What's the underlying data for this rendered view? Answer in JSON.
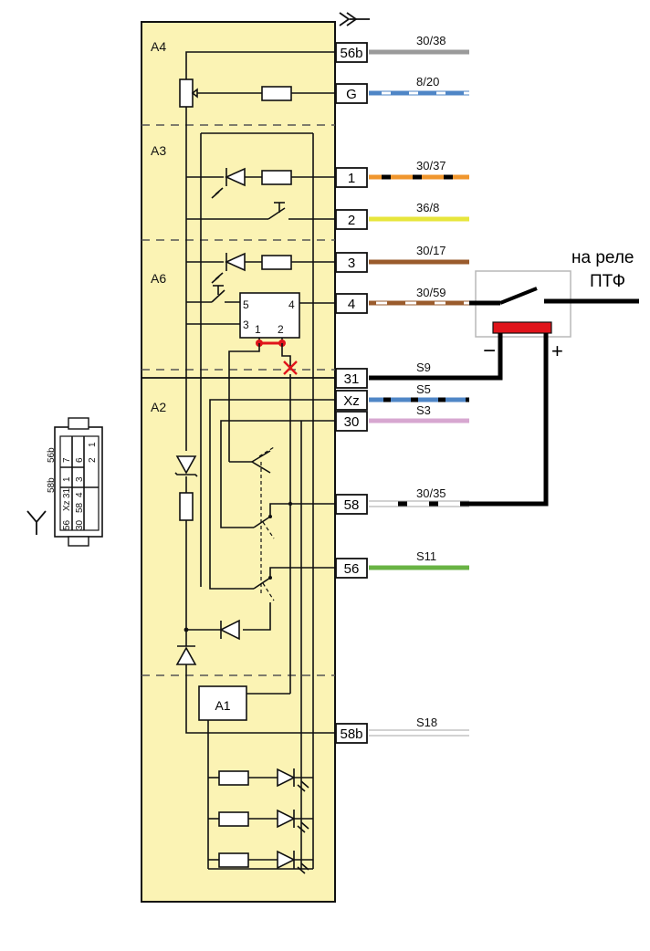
{
  "sections": [
    "A4",
    "A3",
    "A6",
    "A2"
  ],
  "pins": [
    {
      "label": "56b",
      "wire": "30/38"
    },
    {
      "label": "G",
      "wire": "8/20"
    },
    {
      "label": "1",
      "wire": "30/37"
    },
    {
      "label": "2",
      "wire": "36/8"
    },
    {
      "label": "3",
      "wire": "30/17"
    },
    {
      "label": "4",
      "wire": "30/59"
    },
    {
      "label": "31",
      "wire": "S9"
    },
    {
      "label": "Xz",
      "wire": "S5"
    },
    {
      "label": "30",
      "wire": "S3"
    },
    {
      "label": "58",
      "wire": "30/35"
    },
    {
      "label": "56",
      "wire": "S11"
    },
    {
      "label": "58b",
      "wire": "S18"
    }
  ],
  "module_a1": "A1",
  "relay_block": {
    "in_left": "5",
    "in_right": "4",
    "in_left_bottom": "3",
    "bottom_a": "1",
    "bottom_b": "2"
  },
  "annotation": {
    "line1": "на реле",
    "line2": "ПТФ",
    "minus": "−",
    "plus": "+"
  },
  "connector_pins": {
    "top_row": [
      "56b",
      "7",
      "6"
    ],
    "row2": [
      "58b",
      "1"
    ],
    "row3": [
      "56",
      "Xz",
      "31",
      "4",
      "3",
      "2",
      "1"
    ],
    "row4": [
      "30",
      "58"
    ]
  },
  "colors": {
    "panel_fill": "#fbf3b4",
    "wire_gray": "#9a9a9a",
    "wire_blue": "#4f86c6",
    "wire_orange": "#f0962d",
    "wire_yellow": "#e7e63c",
    "wire_brown": "#9a5b2c",
    "wire_black": "#000000",
    "wire_pink": "#d7a7d0",
    "wire_green": "#69b344",
    "wire_white": "#ffffff",
    "accent_red": "#e0141b"
  }
}
